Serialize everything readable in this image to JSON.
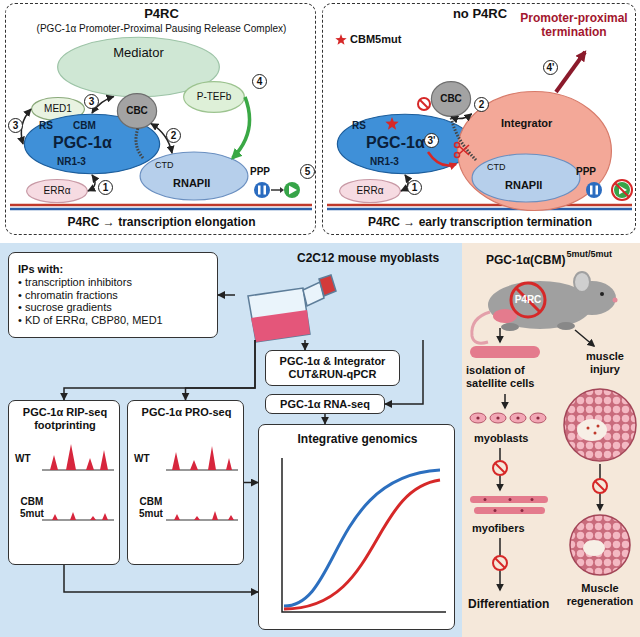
{
  "diagram": {
    "nodes": [
      {
        "text": [
          "P4RC",
          "(PGC-1α Promoter-Proximal Pausing Release Complex)",
          "P4RC → transcription elongation"
        ]
      },
      {
        "text": [
          "Mediator"
        ],
        "in": 0
      },
      {
        "text": [
          "P-TEFb"
        ],
        "in": 0
      },
      {
        "text": [
          "MED1"
        ],
        "in": 0
      },
      {
        "text": [
          "RS",
          "CBM",
          "PGC-1α",
          "NR1-3"
        ],
        "in": 0
      },
      {
        "text": [
          "CBC"
        ],
        "in": 0
      },
      {
        "text": [
          "ERRα"
        ],
        "in": 0
      },
      {
        "text": [
          "CTD",
          "RNAPII"
        ],
        "in": 0
      },
      {
        "text": [
          "no P4RC",
          "P4RC → early transcription termination"
        ]
      },
      {
        "text": [
          "RS",
          "PGC-1α",
          "NR1-3"
        ],
        "in": 8
      },
      {
        "text": [
          "CBC"
        ],
        "in": 8
      },
      {
        "text": [
          "Integrator"
        ],
        "in": 8
      },
      {
        "text": [
          "CTD",
          "RNAPII"
        ],
        "in": 8
      },
      {
        "text": [
          "ERRα"
        ],
        "in": 8
      },
      {
        "text": [
          "IPs with:",
          "• transcription inhibitors",
          "• chromatin fractions",
          "• sucrose gradients",
          "• KD of ERRα, CBP80, MED1"
        ]
      },
      {
        "text": [
          "C2C12 mouse myoblasts"
        ]
      },
      {
        "text": [
          "PGC-1α & Integrator CUT&RUN-qPCR"
        ]
      },
      {
        "text": [
          "PGC-1α RIP-seq footprinting",
          "WT",
          "CBM 5mut"
        ]
      },
      {
        "text": [
          "PGC-1α PRO-seq",
          "WT",
          "CBM 5mut"
        ]
      },
      {
        "text": [
          "PGC-1α RNA-seq"
        ]
      },
      {
        "text": [
          "Integrative genomics"
        ]
      }
    ],
    "edges": [
      {
        "from": 6,
        "to": 4,
        "arrow": "both"
      },
      {
        "from": 3,
        "to": 4,
        "arrow": "both"
      },
      {
        "from": 4,
        "to": 1,
        "arrow": "both"
      },
      {
        "from": 5,
        "to": 7,
        "arrow": "both"
      },
      {
        "from": 2,
        "to": 7,
        "arrow": "to"
      },
      {
        "from": 13,
        "to": 9,
        "arrow": "both"
      },
      {
        "from": 10,
        "to": 11,
        "arrow": "both"
      },
      {
        "from": 15,
        "to": 14,
        "arrow": "to"
      },
      {
        "from": 15,
        "to": 17,
        "arrow": "to"
      },
      {
        "from": 15,
        "to": 18,
        "arrow": "to"
      },
      {
        "from": 15,
        "to": 16,
        "arrow": "to"
      },
      {
        "from": 15,
        "to": 19,
        "arrow": "to"
      },
      {
        "from": 17,
        "to": 20,
        "arrow": "to"
      },
      {
        "from": 18,
        "to": 20,
        "arrow": "to"
      },
      {
        "from": 19,
        "to": 20,
        "arrow": "to"
      }
    ],
    "labels": [
      "1",
      "2",
      "3",
      "3",
      "4",
      "5",
      "PPP",
      "CBM5mut",
      "Promoter-proximal termination",
      "1",
      "2",
      "3'",
      "4'",
      "PPP",
      "PGC-1α(CBM)",
      "5mut/5mut",
      "P4RC",
      "isolation of satellite cells",
      "myoblasts",
      "myofibers",
      "Differentiation",
      "muscle injury",
      "Muscle regeneration"
    ]
  }
}
